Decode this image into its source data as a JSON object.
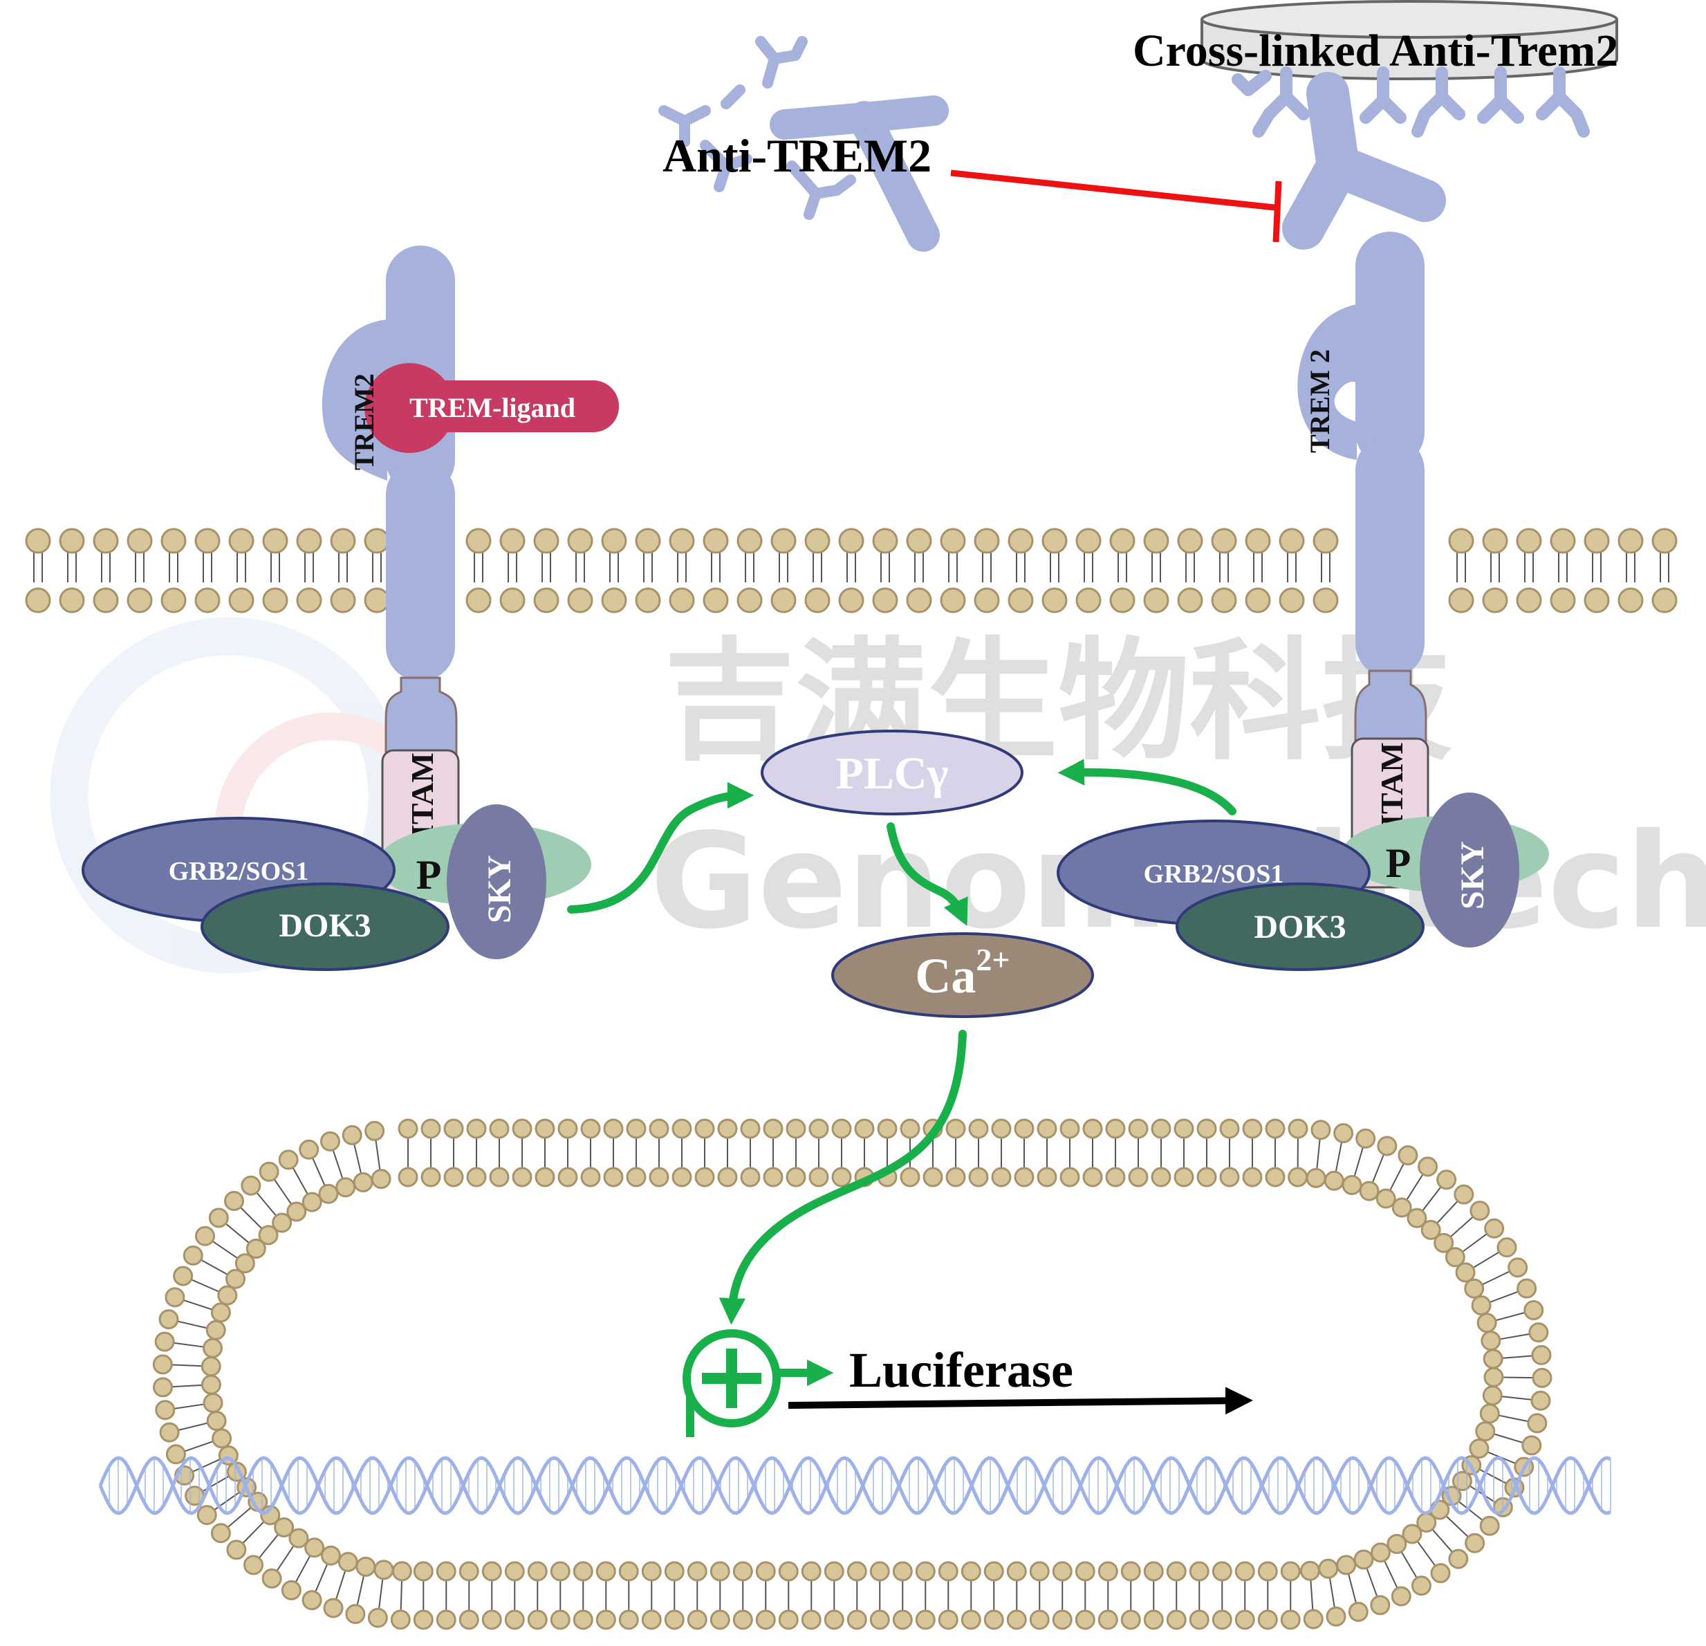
{
  "labels": {
    "cross_linked": "Cross-linked Anti-Trem2",
    "anti_trem2": "Anti-TREM2",
    "trem2_left": "TREM2",
    "trem_ligand": "TREM-ligand",
    "trem2_right": "TREM 2",
    "itam": "ITAM",
    "p": "P",
    "sky": "SKY",
    "grb2_sos1": "GRB2/SOS1",
    "dok3": "DOK3",
    "plcg": "PLCγ",
    "ca_base": "Ca",
    "ca_sup": "2+",
    "luciferase": "Luciferase"
  },
  "watermark": {
    "cn": "吉满生物科技",
    "en": "Genomeditech"
  },
  "colors": {
    "receptor": "#a6b2db",
    "ligand": "#c73a62",
    "lipid_head": "#d8c69b",
    "lipid_edge": "#a8926a",
    "grb2": "#6f77a6",
    "dok3": "#426960",
    "sky": "#777aa2",
    "itam": "#ead5e0",
    "p_blob": "#9fcdb4",
    "plcg": "#d8d3e8",
    "ca": "#9b8877",
    "arrow_green": "#19b04b",
    "inhibit_red": "#ee1111",
    "dna": "#9fb2e8"
  }
}
